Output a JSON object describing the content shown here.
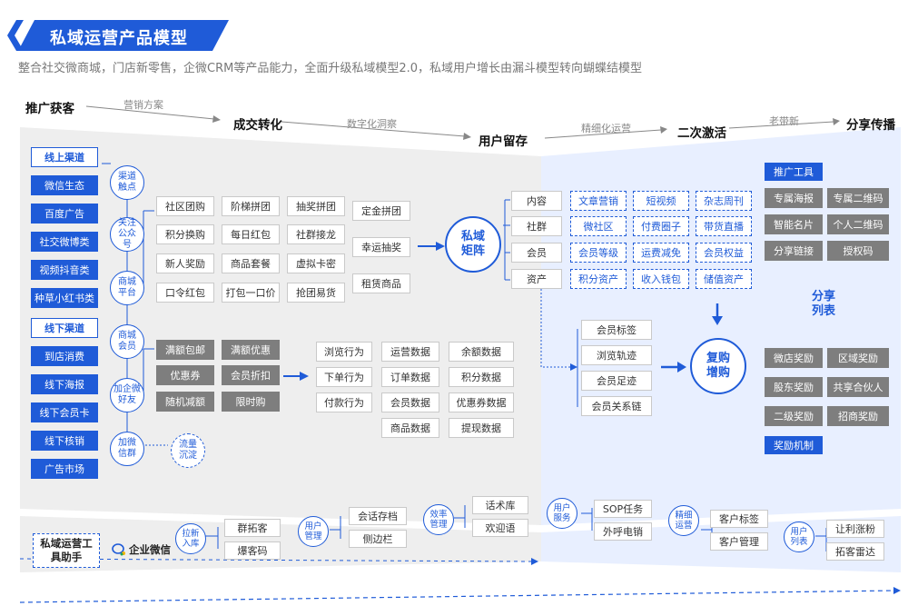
{
  "header": {
    "title": "私域运营产品模型",
    "subtitle": "整合社交微商城，门店新零售，企微CRM等产品能力，全面升级私域模型2.0，私域用户增长由漏斗模型转向蝴蝶结模型"
  },
  "stages": [
    "推广获客",
    "成交转化",
    "用户留存",
    "二次激活",
    "分享传播"
  ],
  "stage_links": [
    "营销方案",
    "数字化洞察",
    "精细化运营",
    "老带新"
  ],
  "channels": {
    "online_title": "线上渠道",
    "online": [
      "微信生态",
      "百度广告",
      "社交微博类",
      "视频抖音类",
      "种草小红书类"
    ],
    "offline_title": "线下渠道",
    "offline": [
      "到店消费",
      "线下海报",
      "线下会员卡",
      "线下核销",
      "广告市场"
    ]
  },
  "touchpoints": [
    "渠道触点",
    "关注公众号",
    "商城平台",
    "商城会员",
    "加企微好友",
    "加微信群"
  ],
  "flow_label": "流量沉淀",
  "promo_grid": [
    [
      "社区团购",
      "阶梯拼团",
      "抽奖拼团"
    ],
    [
      "积分换购",
      "每日红包",
      "社群接龙"
    ],
    [
      "新人奖励",
      "商品套餐",
      "虚拟卡密"
    ],
    [
      "口令红包",
      "打包一口价",
      "抢团易货"
    ]
  ],
  "promo_extra": [
    "定金拼团",
    "幸运抽奖",
    "租赁商品"
  ],
  "discounts": [
    [
      "满额包邮",
      "满额优惠"
    ],
    [
      "优惠券",
      "会员折扣"
    ],
    [
      "随机减额",
      "限时购"
    ]
  ],
  "behaviors": [
    "浏览行为",
    "下单行为",
    "付款行为"
  ],
  "data_grid": [
    [
      "运营数据",
      "余额数据"
    ],
    [
      "订单数据",
      "积分数据"
    ],
    [
      "会员数据",
      "优惠券数据"
    ],
    [
      "商品数据",
      "提现数据"
    ]
  ],
  "matrix_label": "私域矩阵",
  "matrix_rows": [
    {
      "label": "内容",
      "items": [
        "文章营销",
        "短视频",
        "杂志周刊"
      ]
    },
    {
      "label": "社群",
      "items": [
        "微社区",
        "付费圈子",
        "带货直播"
      ]
    },
    {
      "label": "会员",
      "items": [
        "会员等级",
        "运费减免",
        "会员权益"
      ]
    },
    {
      "label": "资产",
      "items": [
        "积分资产",
        "收入钱包",
        "储值资产"
      ]
    }
  ],
  "member_tags": [
    "会员标签",
    "浏览轨迹",
    "会员足迹",
    "会员关系链"
  ],
  "repurchase_label": "复购增购",
  "promo_tools": {
    "title": "推广工具",
    "items": [
      [
        "专属海报",
        "专属二维码"
      ],
      [
        "智能名片",
        "个人二维码"
      ],
      [
        "分享链接",
        "授权码"
      ]
    ]
  },
  "share_label": "分享列表",
  "rewards": [
    [
      "微店奖励",
      "区域奖励"
    ],
    [
      "股东奖励",
      "共享合伙人"
    ],
    [
      "二级奖励",
      "招商奖励"
    ]
  ],
  "reward_mechanism": "奖励机制",
  "toolbar": {
    "title": "私域运营工具助手",
    "wecom": "企业微信",
    "groups": [
      {
        "label": "拉新入库",
        "items": [
          "群拓客",
          "爆客码"
        ]
      },
      {
        "label": "用户管理",
        "items": [
          "会话存档",
          "侧边栏"
        ]
      },
      {
        "label": "效率管理",
        "items": [
          "话术库",
          "欢迎语"
        ]
      },
      {
        "label": "用户服务",
        "items": [
          "SOP任务",
          "外呼电销"
        ]
      },
      {
        "label": "精细运营",
        "items": [
          "客户标签",
          "客户管理"
        ]
      },
      {
        "label": "用户列表",
        "items": [
          "让利涨粉",
          "拓客雷达"
        ]
      }
    ]
  },
  "colors": {
    "brand_blue": "#1f5bd8",
    "gray_panel": "#eeeeee",
    "light_blue_panel": "#e8efff",
    "gray_tag": "#7e7e7e"
  }
}
